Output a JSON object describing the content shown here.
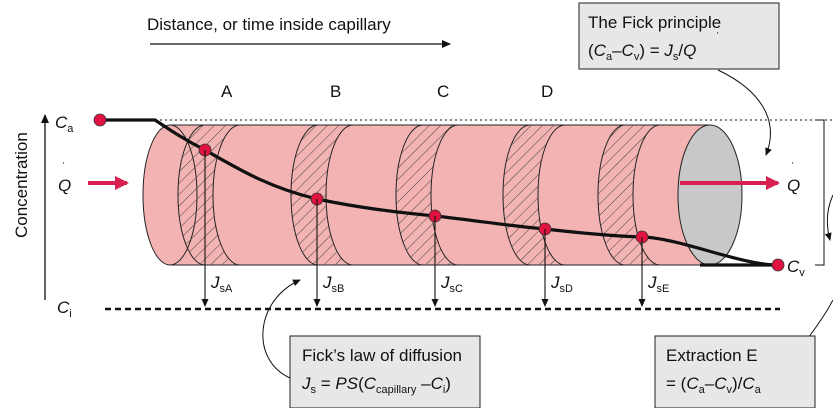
{
  "top": {
    "axis_note": "Distance, or time inside capillary",
    "segments": [
      "A",
      "B",
      "C",
      "D"
    ]
  },
  "left": {
    "y_axis_label": "Concentration",
    "ca": {
      "main": "C",
      "sub": "a"
    },
    "q_in": "Q",
    "ci": {
      "main": "C",
      "sub": "i"
    }
  },
  "right": {
    "q_out": "Q",
    "cv": {
      "main": "C",
      "sub": "v"
    }
  },
  "flux_labels": [
    {
      "main": "J",
      "sub": "sA"
    },
    {
      "main": "J",
      "sub": "sB"
    },
    {
      "main": "J",
      "sub": "sC"
    },
    {
      "main": "J",
      "sub": "sD"
    },
    {
      "main": "J",
      "sub": "sE"
    }
  ],
  "boxes": {
    "fick_principle": {
      "title": "The Fick principle",
      "eq": {
        "open": "(",
        "c1": "C",
        "s1": "a",
        "minus": "–",
        "c2": "C",
        "s2": "v",
        "close": ") = ",
        "j": "J",
        "js": "s",
        "slash": "/",
        "q": "Q"
      }
    },
    "fick_law": {
      "title": "Fick’s law of diffusion",
      "eq": {
        "j": "J",
        "js": "s",
        "eqs": " = ",
        "ps": "PS",
        "open": "(",
        "c1": "C",
        "s1": "capillary",
        "minus": " –",
        "c2": "C",
        "s2": "i",
        "close": ")"
      }
    },
    "extraction": {
      "title": "Extraction E",
      "eq": {
        "pre": "= (",
        "c1": "C",
        "s1": "a",
        "minus": "–",
        "c2": "C",
        "s2": "v",
        "mid": ")/",
        "c3": "C",
        "s3": "a"
      }
    }
  },
  "colors": {
    "tube_fill": "#f2b3b2",
    "tube_end": "#c8c8c8",
    "arrow_red": "#d8204f",
    "dot_red": "#e0123f",
    "box_fill": "#e7e7e7"
  }
}
